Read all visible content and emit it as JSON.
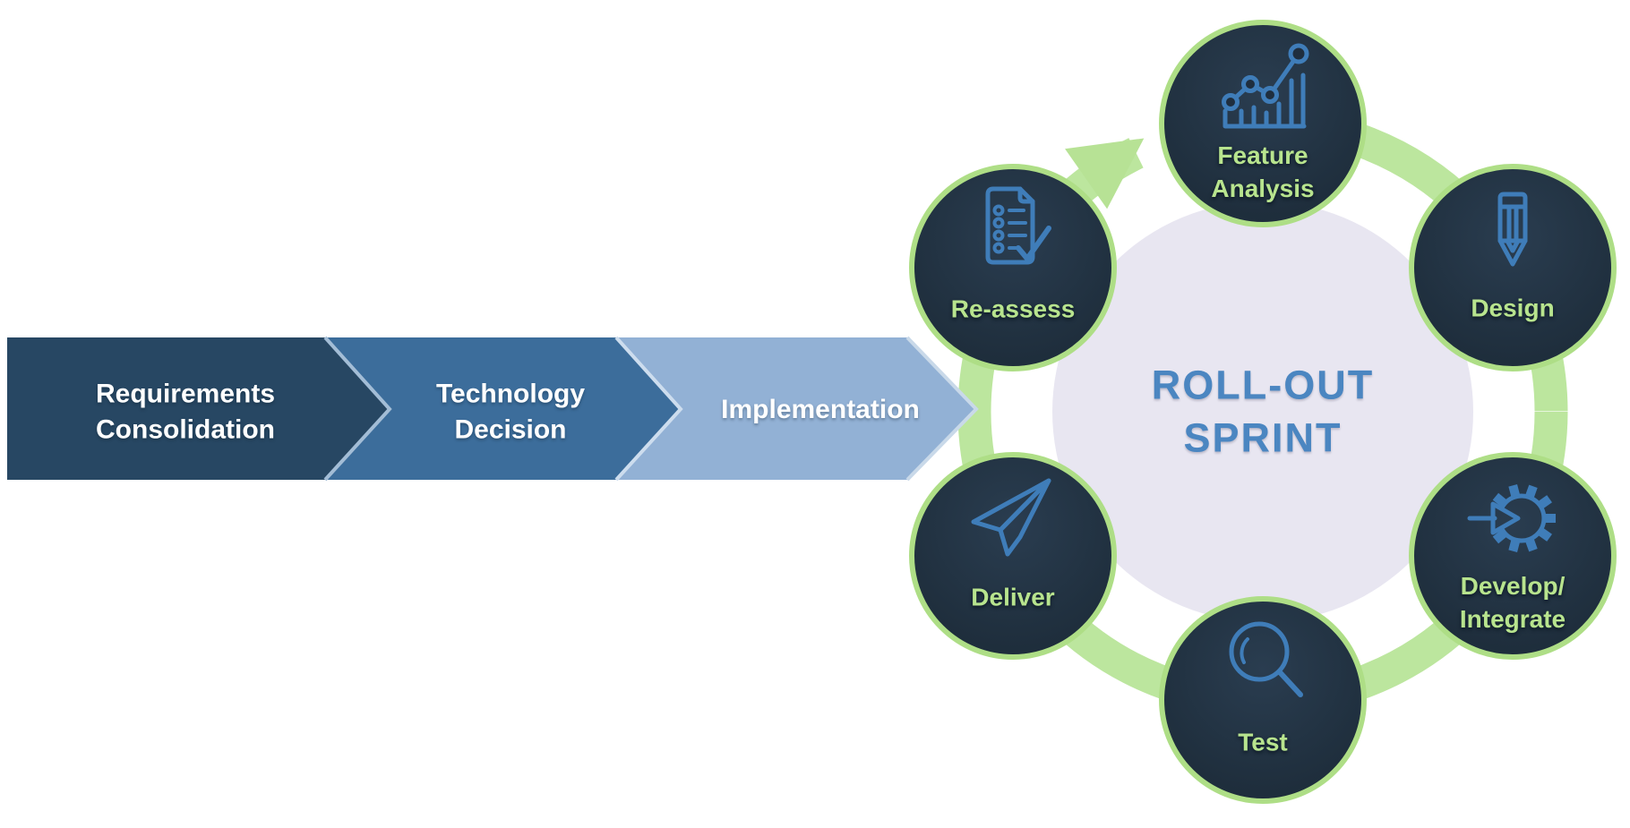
{
  "diagram": {
    "title": "ROLL-OUT  SPRINT",
    "phases": [
      {
        "label": "Requirements\nConsolidation",
        "color": "#274763"
      },
      {
        "label": "Technology\nDecision",
        "color": "#3c6d9b"
      },
      {
        "label": "Implementation",
        "color": "#92b1d5"
      }
    ],
    "sprint_steps": [
      {
        "label": "Feature\nAnalysis",
        "icon": "chart-growth-icon"
      },
      {
        "label": "Design",
        "icon": "pencil-icon"
      },
      {
        "label": "Develop/\nIntegrate",
        "icon": "gear-arrow-icon"
      },
      {
        "label": "Test",
        "icon": "magnifier-icon"
      },
      {
        "label": "Deliver",
        "icon": "paper-plane-icon"
      },
      {
        "label": "Re-assess",
        "icon": "checklist-icon"
      }
    ],
    "colors": {
      "phase_dark_blue": "#274763",
      "phase_medium_blue": "#3c6d9b",
      "phase_light_blue": "#92b1d5",
      "ring_green": "#bce69e",
      "arrow_green": "#b7e295",
      "node_border_green": "#aede86",
      "node_fill_dark": "#1f2e3e",
      "step_label_green": "#b8e48e",
      "icon_blue": "#3f7db9",
      "title_blue": "#4b86c1",
      "inner_circle_lavender": "#e8e6f1"
    }
  }
}
